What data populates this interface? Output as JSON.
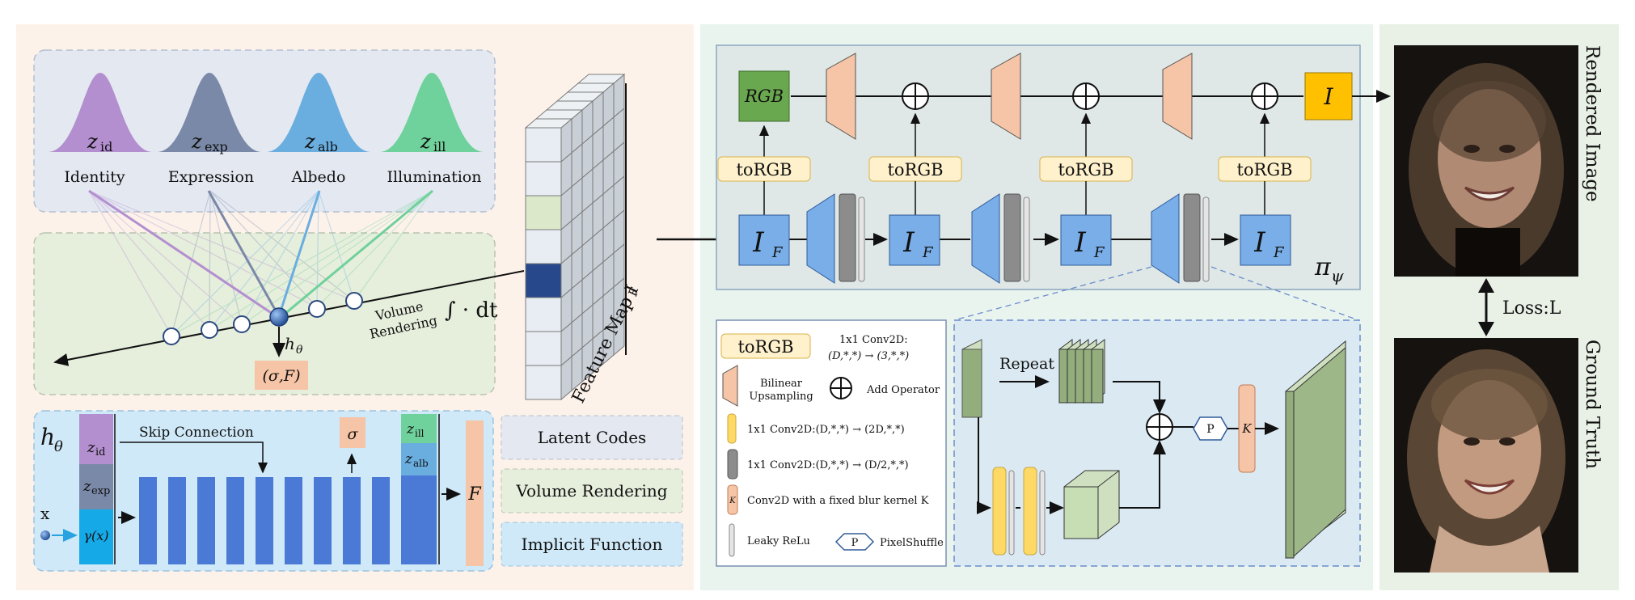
{
  "latent": {
    "codes": [
      {
        "symbol": "z",
        "sub": "id",
        "label": "Identity",
        "color": "#b48fd0"
      },
      {
        "symbol": "z",
        "sub": "exp",
        "label": "Expression",
        "color": "#7b89a8"
      },
      {
        "symbol": "z",
        "sub": "alb",
        "label": "Albedo",
        "color": "#6aaee0"
      },
      {
        "symbol": "z",
        "sub": "ill",
        "label": "Illumination",
        "color": "#6fd19b"
      }
    ]
  },
  "volume": {
    "h_theta": "h",
    "h_theta_sub": "θ",
    "output": "(σ,F)",
    "rendering_label_1": "Volume",
    "rendering_label_2": "Rendering",
    "integral": "∫ · dt"
  },
  "implicit": {
    "title": "h",
    "title_sub": "θ",
    "input_x": "x",
    "gamma": "γ(x)",
    "z_id": "id",
    "z_exp": "exp",
    "z_ill": "ill",
    "z_alb": "alb",
    "skip": "Skip Connection",
    "sigma": "σ",
    "F": "F"
  },
  "legend": {
    "latent_codes": "Latent Codes",
    "volume_rendering": "Volume Rendering",
    "implicit_function": "Implicit Function"
  },
  "feature_map": "Feature Map I",
  "feature_map_sub": "F",
  "generator": {
    "rgb": "RGB",
    "I": "I",
    "IF": "I",
    "IF_sub": "F",
    "toRGB": "toRGB",
    "pi": "π",
    "pi_sub": "ψ"
  },
  "key": {
    "toRGB": "toRGB",
    "toRGB_desc1": "1x1 Conv2D:",
    "toRGB_desc2": "(D,*,*) → (3,*,*)",
    "bilinear1": "Bilinear",
    "bilinear2": "Upsampling",
    "add": "Add Operator",
    "conv2d": "1x1 Conv2D:(D,*,*) → (2D,*,*)",
    "conv_half": "1x1 Conv2D:(D,*,*) → (D/2,*,*)",
    "blur": "Conv2D with a fixed blur kernel K",
    "K": "K",
    "leaky": "Leaky ReLu",
    "P": "P",
    "pixelshuffle": "PixelShuffle"
  },
  "detail": {
    "repeat": "Repeat",
    "P": "P",
    "K": "K"
  },
  "images": {
    "rendered": "Rendered Image",
    "ground_truth": "Ground Truth",
    "loss": "Loss:L"
  },
  "colors": {
    "left_panel": "#fdf2ea",
    "middle_panel": "#eaf4ef",
    "right_panel": "#e9f1e6",
    "generator_box": "#dfe8e6",
    "latent_box": "#e4e9f1",
    "volume_box": "#e6eedc",
    "implicit_box": "#cfe9f8",
    "blue_block": "#5b8fd8",
    "salmon": "#f6c4a6",
    "yellow": "#fff1cc",
    "green_rgb": "#6aa84f",
    "gold": "#ffc000"
  }
}
